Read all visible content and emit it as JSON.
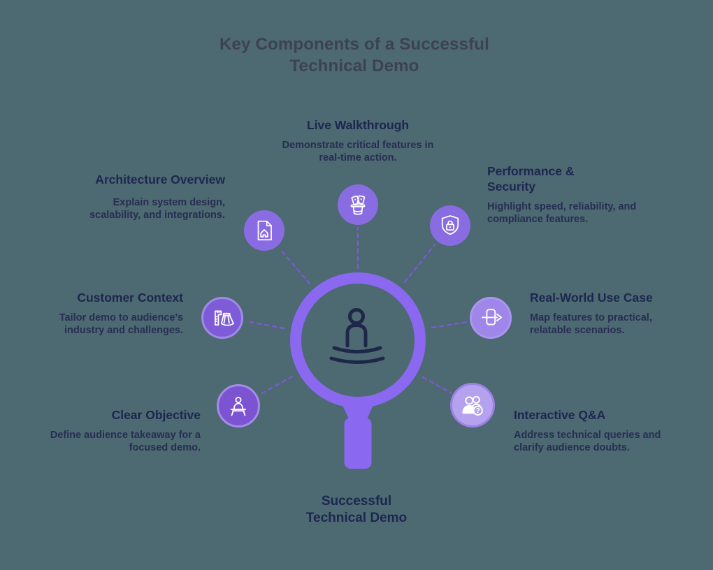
{
  "title": "Key Components of a Successful Technical Demo",
  "center": {
    "label": "Successful Technical Demo",
    "figure_icon": "meditating-presenter-icon",
    "shape": "magnifying-glass"
  },
  "items": [
    {
      "id": "live-walkthrough",
      "label": "Live Walkthrough",
      "description": "Demonstrate critical features in real-time action.",
      "icon": "magic-hat-cards-icon"
    },
    {
      "id": "architecture-overview",
      "label": "Architecture Overview",
      "description": "Explain system design, scalability, and integrations.",
      "icon": "blueprint-document-icon"
    },
    {
      "id": "performance-security",
      "label": "Performance & Security",
      "description": "Highlight speed, reliability, and compliance features.",
      "icon": "shield-lock-icon"
    },
    {
      "id": "customer-context",
      "label": "Customer Context",
      "description": "Tailor demo to audience's industry and challenges.",
      "icon": "tailor-square-skirt-icon"
    },
    {
      "id": "real-world-use-case",
      "label": "Real-World Use Case",
      "description": "Map features to practical, relatable scenarios.",
      "icon": "card-transfer-arrow-icon"
    },
    {
      "id": "clear-objective",
      "label": "Clear Objective",
      "description": "Define audience takeaway for a focused demo.",
      "icon": "presenter-podium-icon"
    },
    {
      "id": "interactive-qa",
      "label": "Interactive Q&A",
      "description": "Address technical queries and clarify audience doubts.",
      "icon": "people-question-icon"
    }
  ],
  "colors": {
    "background": "#4d6971",
    "accent_purple": "#8b68f0",
    "icon_circle_medium": "#8a6ce2",
    "icon_circle_dark": "#7c54d2",
    "icon_circle_light": "#b5a2ee",
    "icon_circle_soft": "#9f87ea",
    "connector_dash": "#7d59d8",
    "heading_text": "#1d2650",
    "body_text": "#272e52",
    "title_text": "#3d4154",
    "icon_stroke": "#ffffff",
    "figure_stroke": "#1e2749"
  }
}
